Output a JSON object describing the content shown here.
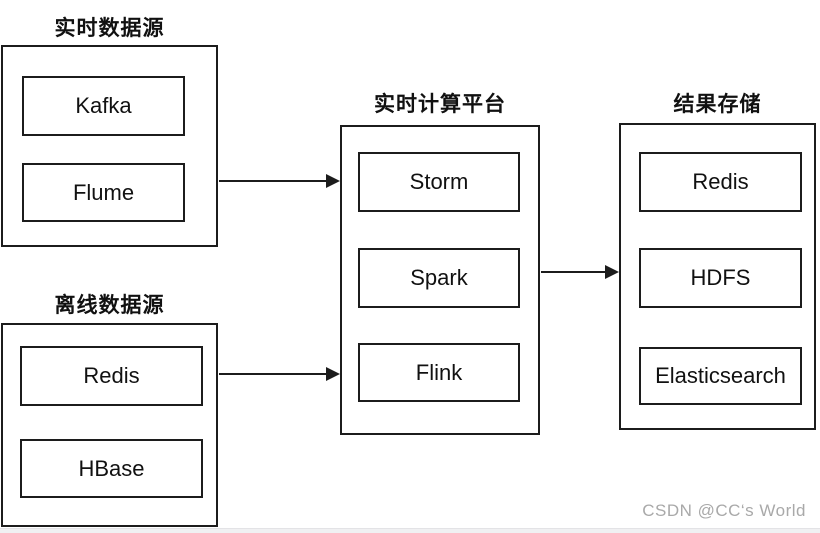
{
  "diagram": {
    "groups": [
      {
        "id": "realtime-source",
        "title": "实时数据源",
        "items": [
          "Kafka",
          "Flume"
        ]
      },
      {
        "id": "offline-source",
        "title": "离线数据源",
        "items": [
          "Redis",
          "HBase"
        ]
      },
      {
        "id": "compute-platform",
        "title": "实时计算平台",
        "items": [
          "Storm",
          "Spark",
          "Flink"
        ]
      },
      {
        "id": "result-storage",
        "title": "结果存储",
        "items": [
          "Redis",
          "HDFS",
          "Elasticsearch"
        ]
      }
    ],
    "arrows": [
      {
        "from": "realtime-source",
        "to": "compute-platform"
      },
      {
        "from": "offline-source",
        "to": "compute-platform"
      },
      {
        "from": "compute-platform",
        "to": "result-storage"
      }
    ],
    "colors": {
      "border": "#1c1c1c",
      "background": "#ffffff",
      "watermark": "#a9a9a9"
    }
  },
  "watermark": "CSDN @CC‘s World"
}
